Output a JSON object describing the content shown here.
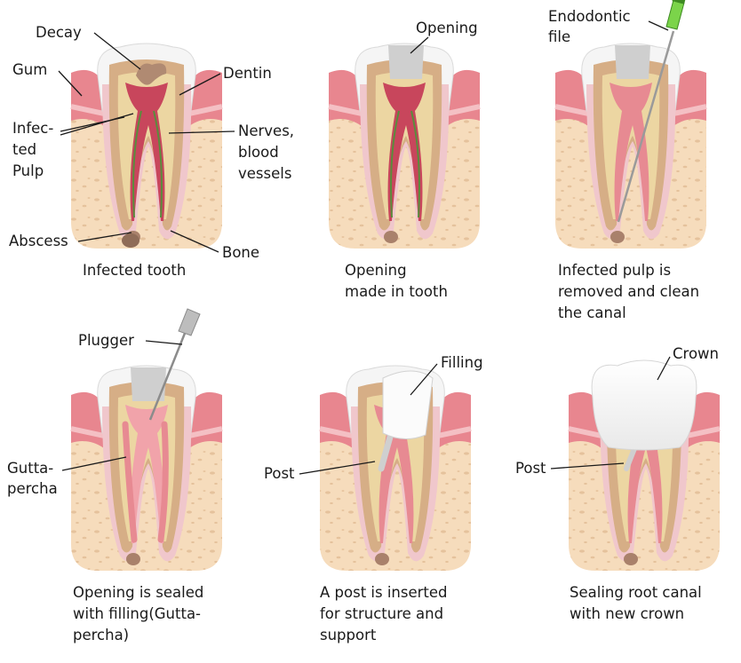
{
  "panels": [
    {
      "caption": [
        "Infected tooth"
      ],
      "labels": {
        "decay": "Decay",
        "gum": "Gum",
        "dentin": "Dentin",
        "infected_pulp": [
          "Infec-",
          "ted",
          "Pulp"
        ],
        "nerves": [
          "Nerves,",
          "blood",
          "vessels"
        ],
        "abscess": "Abscess",
        "bone": "Bone"
      }
    },
    {
      "caption": [
        "Opening",
        "made in tooth"
      ],
      "labels": {
        "opening": "Opening"
      }
    },
    {
      "caption": [
        "Infected pulp is",
        "removed and clean",
        "the canal"
      ],
      "labels": {
        "endodontic_file": [
          "Endodontic",
          "file"
        ]
      }
    },
    {
      "caption": [
        "Opening is sealed",
        "with filling(Gutta-",
        "percha)"
      ],
      "labels": {
        "plugger": "Plugger",
        "gutta_percha": [
          "Gutta-",
          "percha"
        ]
      }
    },
    {
      "caption": [
        "A post is inserted",
        "for structure and",
        "support"
      ],
      "labels": {
        "filling": "Filling",
        "post": "Post"
      }
    },
    {
      "caption": [
        "Sealing root canal",
        "with new crown"
      ],
      "labels": {
        "crown": "Crown",
        "post": "Post"
      }
    }
  ],
  "colors": {
    "bone": "#f6dcbc",
    "bone_speckle": "#e8c7a0",
    "gum": "#e8868f",
    "enamel": "#f5f5f5",
    "dentin": "#d6ae86",
    "root_layer": "#f0c7cc",
    "pulp_infected": "#c8465c",
    "pulp_clean": "#e78a92",
    "decay": "#b08a72",
    "filling": "#cfcfcf",
    "file_handle": "#7bd44a"
  }
}
